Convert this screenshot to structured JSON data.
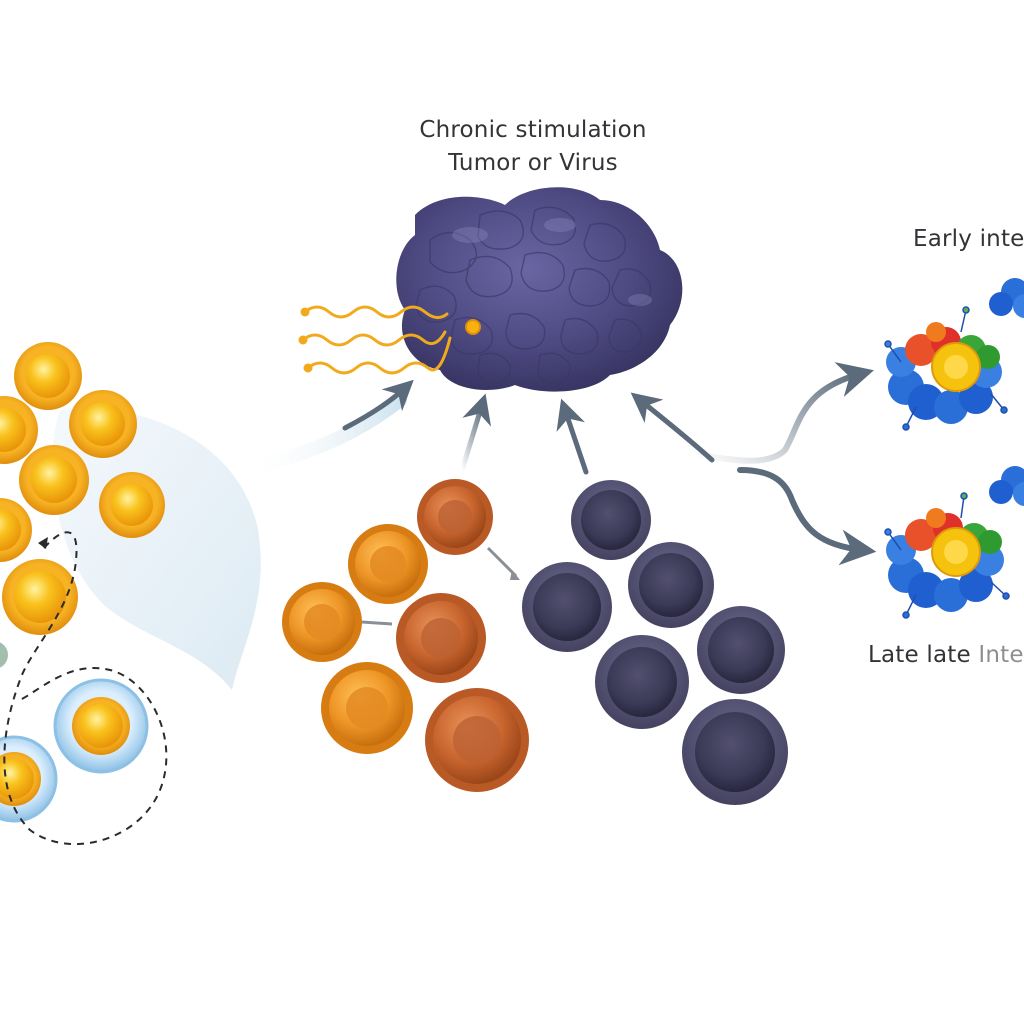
{
  "labels": {
    "title_line1": "Chronic stimulation",
    "title_line2": "Tumor or Virus",
    "early": "Early inte",
    "late": "Late ",
    "late_overlap": "Late late",
    "late_tail": " Inte"
  },
  "colors": {
    "background": "#ffffff",
    "tumor": "#4f4b82",
    "tumor_dark": "#3a3766",
    "naive_cell": "#f5a516",
    "naive_cell_light": "#ffd34d",
    "effector_orange": "#e98f1f",
    "effector_brown": "#c8642e",
    "exhausted_cell": "#3f3d5c",
    "memory_ring": "#a9d2ec",
    "arrow": "#5b6b7b",
    "signal_line": "#f1aa1c",
    "cluster_blue": "#2a6fd8"
  }
}
